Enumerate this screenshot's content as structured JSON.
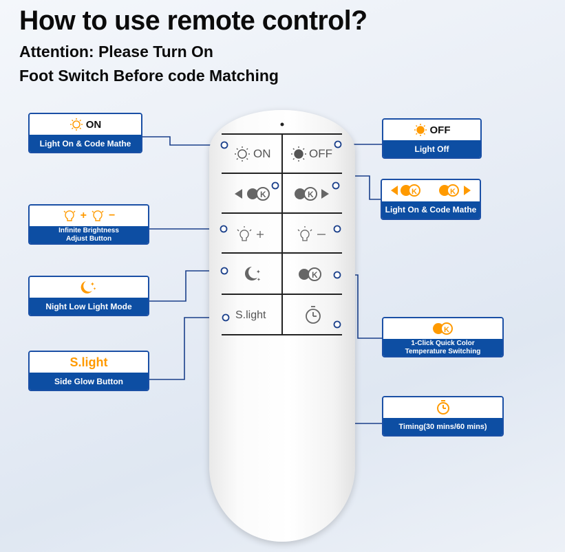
{
  "header": {
    "title": "How to use remote control?",
    "attention_line1": "Attention: Please Turn On",
    "attention_line2": "Foot Switch Before code Matching"
  },
  "remote": {
    "on_label": "ON",
    "off_label": "OFF",
    "k_symbol": "K",
    "plus_symbol": "+",
    "minus_symbol": "−",
    "slight_label": "S.light"
  },
  "callouts": {
    "on": {
      "icon_text": "ON",
      "label": "Light On & Code Mathe",
      "icon": "sun-outline-icon"
    },
    "off": {
      "icon_text": "OFF",
      "label": "Light Off",
      "icon": "sun-filled-icon"
    },
    "color_cycle": {
      "label": "Light On & Code Mathe",
      "icon": "color-temp-arrows-icon"
    },
    "brightness": {
      "plus": "+",
      "minus": "−",
      "label_line1": "Infinite Brightness",
      "label_line2": "Adjust Button",
      "icon": "bulb-icon"
    },
    "night": {
      "label": "Night Low Light Mode",
      "icon": "moon-stars-icon"
    },
    "slight": {
      "icon_text": "S.light",
      "label": "Side Glow Button"
    },
    "color_temp": {
      "label_line1": "1-Click Quick Color",
      "label_line2": "Temperature Switching",
      "icon": "color-temp-icon"
    },
    "timing": {
      "label": "Timing(30 mins/60 mins)",
      "icon": "timer-icon"
    }
  },
  "colors": {
    "accent": "#ff9a00",
    "brand_blue": "#0d4ea3",
    "border_blue": "#1a4fa5"
  }
}
